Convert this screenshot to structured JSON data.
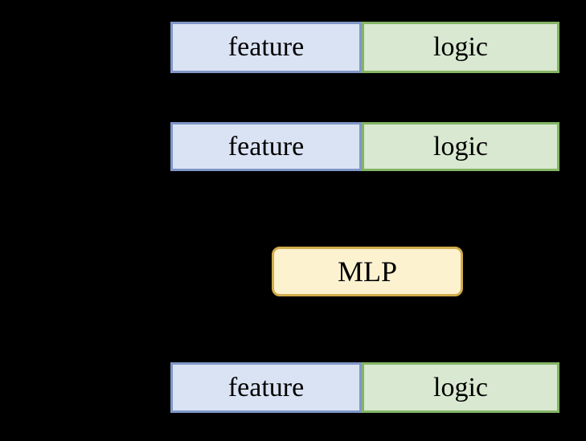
{
  "diagram": {
    "title": "feature-logic memory rows with MLP block",
    "background_color": "#000000",
    "rows": [
      {
        "name": "feature-logic-row-1",
        "cells": [
          {
            "label": "feature"
          },
          {
            "label": "logic"
          }
        ]
      },
      {
        "name": "feature-logic-row-2",
        "cells": [
          {
            "label": "feature"
          },
          {
            "label": "logic"
          }
        ]
      },
      {
        "name": "feature-logic-row-3",
        "cells": [
          {
            "label": "feature"
          },
          {
            "label": "logic"
          }
        ]
      }
    ],
    "mlp": {
      "label": "MLP"
    },
    "colors": {
      "feature_fill": "#dae3f3",
      "feature_border": "#8096c8",
      "logic_fill": "#d9e8d0",
      "logic_border": "#84b566",
      "mlp_fill": "#fdf2d0",
      "mlp_border": "#d2ac4a",
      "text": "#000000"
    }
  }
}
